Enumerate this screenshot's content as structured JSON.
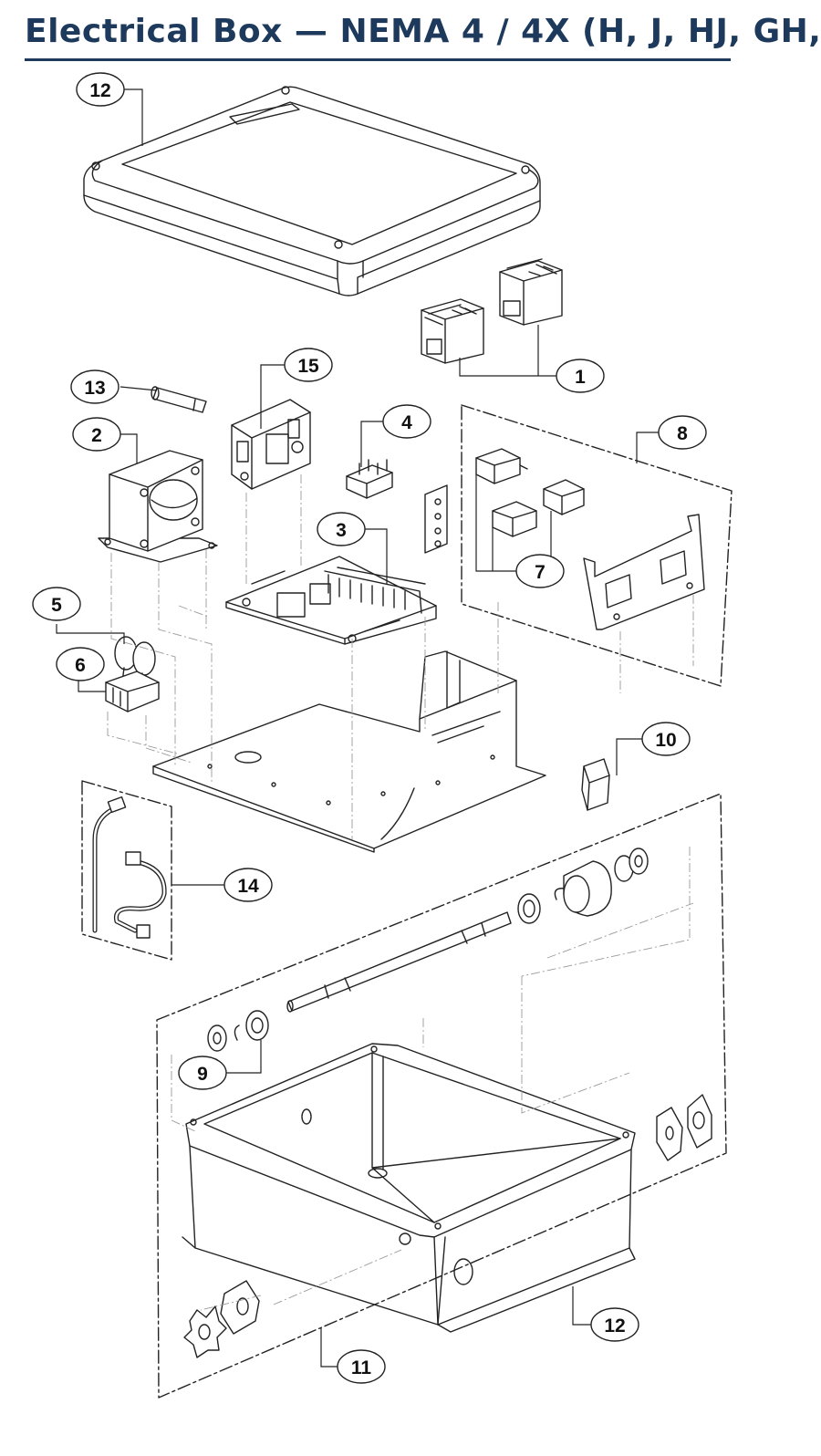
{
  "title": "Electrical Box — NEMA 4 / 4X (H, J, HJ, GH,",
  "callouts": [
    {
      "id": "c12a",
      "label": "12"
    },
    {
      "id": "c1",
      "label": "1"
    },
    {
      "id": "c15",
      "label": "15"
    },
    {
      "id": "c13",
      "label": "13"
    },
    {
      "id": "c2",
      "label": "2"
    },
    {
      "id": "c4",
      "label": "4"
    },
    {
      "id": "c8",
      "label": "8"
    },
    {
      "id": "c3",
      "label": "3"
    },
    {
      "id": "c7",
      "label": "7"
    },
    {
      "id": "c5",
      "label": "5"
    },
    {
      "id": "c6",
      "label": "6"
    },
    {
      "id": "c10",
      "label": "10"
    },
    {
      "id": "c14",
      "label": "14"
    },
    {
      "id": "c9",
      "label": "9"
    },
    {
      "id": "c12b",
      "label": "12"
    },
    {
      "id": "c11",
      "label": "11"
    }
  ],
  "colors": {
    "title": "#1d3a5c",
    "line": "#222222",
    "phantom": "#9a9a9a"
  }
}
